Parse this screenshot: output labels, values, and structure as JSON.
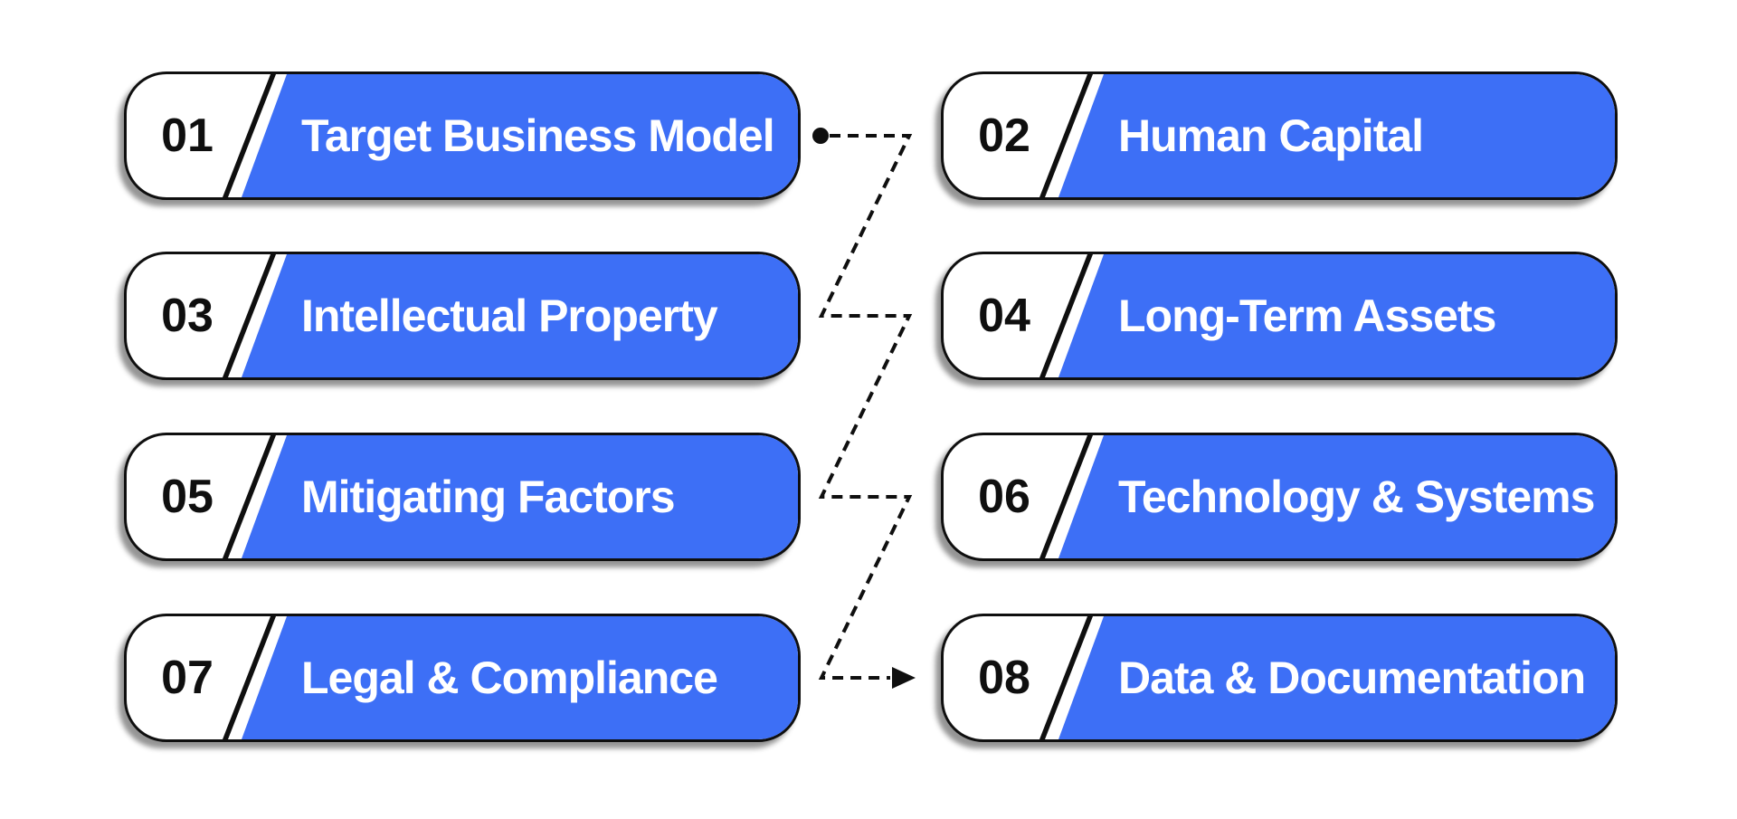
{
  "colors": {
    "pill_blue": "#3d6ff6",
    "outline_black": "#0f0f0f",
    "number_text": "#0f0f0f",
    "label_text": "#ffffff",
    "background": "#ffffff"
  },
  "steps": [
    {
      "number": "01",
      "label": "Target Business Model"
    },
    {
      "number": "02",
      "label": "Human Capital"
    },
    {
      "number": "03",
      "label": "Intellectual Property"
    },
    {
      "number": "04",
      "label": "Long-Term Assets"
    },
    {
      "number": "05",
      "label": "Mitigating Factors"
    },
    {
      "number": "06",
      "label": "Technology & Systems"
    },
    {
      "number": "07",
      "label": "Legal & Compliance"
    },
    {
      "number": "08",
      "label": "Data & Documentation"
    }
  ],
  "connector": {
    "style": "dotted-zigzag",
    "start_marker": "dot",
    "end_marker": "arrowhead",
    "from_step": "01",
    "to_step": "08"
  }
}
